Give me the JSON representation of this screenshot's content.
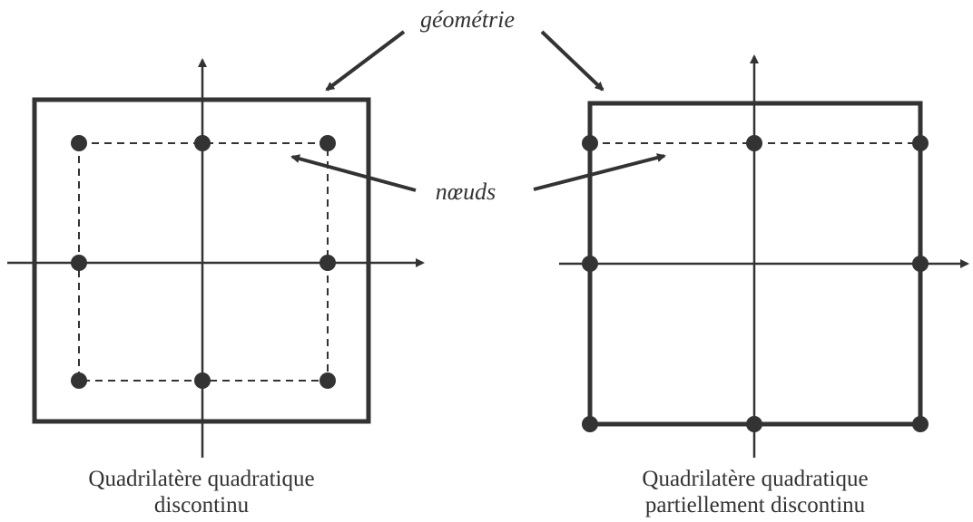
{
  "labels": {
    "geometry": "géométrie",
    "nodes": "nœuds"
  },
  "left_panel": {
    "caption_line1": "Quadrilatère quadratique",
    "caption_line2": "discontinu"
  },
  "right_panel": {
    "caption_line1": "Quadrilatère quadratique",
    "caption_line2": "partiellement discontinu"
  },
  "colors": {
    "ink": "#333333",
    "background": "#ffffff"
  }
}
